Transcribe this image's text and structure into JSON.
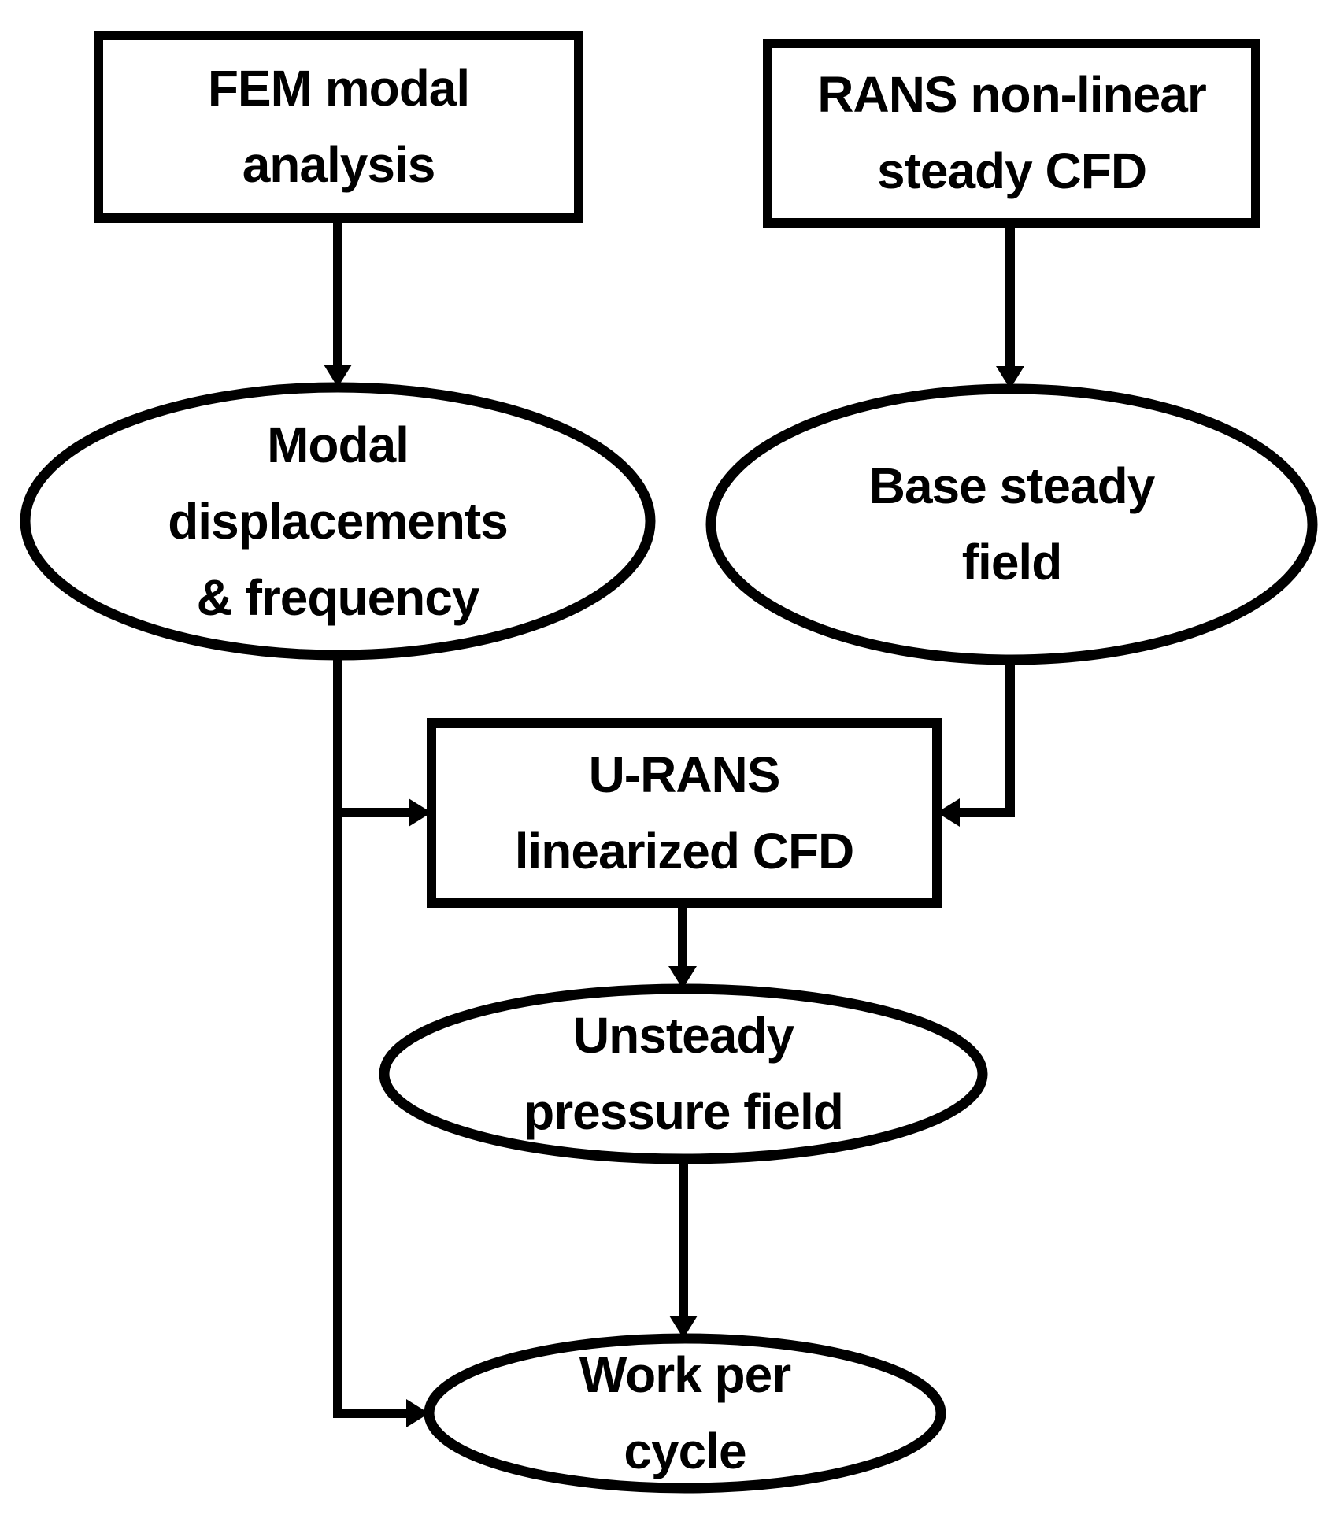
{
  "diagram": {
    "background_color": "#ffffff",
    "line_color": "#000000",
    "text_color": "#000000",
    "nodes": [
      {
        "id": "fem-modal-analysis",
        "shape": "rectangle",
        "label": "FEM modal analysis",
        "lines": [
          "FEM modal",
          "analysis"
        ]
      },
      {
        "id": "rans-nonlinear-steady-cfd",
        "shape": "rectangle",
        "label": "RANS non-linear steady CFD",
        "lines": [
          "RANS non-linear",
          "steady CFD"
        ]
      },
      {
        "id": "modal-displacements-frequency",
        "shape": "ellipse",
        "label": "Modal displacements & frequency",
        "lines": [
          "Modal",
          "displacements",
          "& frequency"
        ]
      },
      {
        "id": "base-steady-field",
        "shape": "ellipse",
        "label": "Base steady field",
        "lines": [
          "Base steady",
          "field"
        ]
      },
      {
        "id": "urans-linearized-cfd",
        "shape": "rectangle",
        "label": "U-RANS linearized CFD",
        "lines": [
          "U-RANS",
          "linearized CFD"
        ]
      },
      {
        "id": "unsteady-pressure-field",
        "shape": "ellipse",
        "label": "Unsteady pressure field",
        "lines": [
          "Unsteady",
          "pressure field"
        ]
      },
      {
        "id": "work-per-cycle",
        "shape": "ellipse",
        "label": "Work per cycle",
        "lines": [
          "Work per",
          "cycle"
        ]
      }
    ],
    "edges": [
      {
        "from": "fem-modal-analysis",
        "to": "modal-displacements-frequency"
      },
      {
        "from": "rans-nonlinear-steady-cfd",
        "to": "base-steady-field"
      },
      {
        "from": "modal-displacements-frequency",
        "to": "urans-linearized-cfd"
      },
      {
        "from": "base-steady-field",
        "to": "urans-linearized-cfd"
      },
      {
        "from": "urans-linearized-cfd",
        "to": "unsteady-pressure-field"
      },
      {
        "from": "unsteady-pressure-field",
        "to": "work-per-cycle"
      },
      {
        "from": "modal-displacements-frequency",
        "to": "work-per-cycle"
      }
    ]
  }
}
